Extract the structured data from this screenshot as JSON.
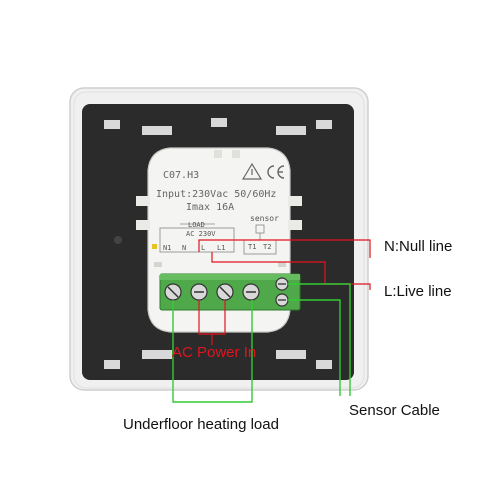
{
  "module": {
    "model": "C07.H3",
    "input": "Input:230Vac 50/60Hz",
    "imax": "Imax 16A",
    "load_label": "LOAD",
    "ac_label": "AC 230V",
    "sensor_label": "sensor",
    "terminals_left": [
      "N1",
      "N",
      "L",
      "L1"
    ],
    "terminals_right": [
      "T1",
      "T2"
    ]
  },
  "callouts": {
    "null_line": "N:Null line",
    "live_line": "L:Live line",
    "ac_power_in": "AC Power In",
    "sensor_cable": "Sensor Cable",
    "underfloor": "Underfloor heating load"
  },
  "colors": {
    "red_wire": "#e0141e",
    "green_wire": "#33cc33",
    "terminal_block": "#4fa84a",
    "faceplate": "#2b2b2b",
    "frame": "#eeeeee",
    "module": "#f2f2f0"
  },
  "icons": [
    "warning-triangle-icon",
    "ce-mark-icon"
  ]
}
